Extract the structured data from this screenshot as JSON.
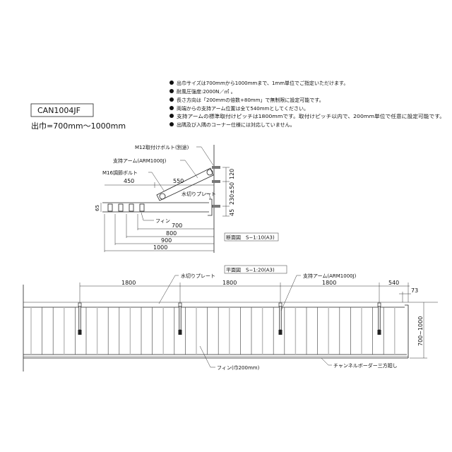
{
  "product": {
    "code": "CAN1004JF",
    "projection": "出巾=700mm～1000mm"
  },
  "notes": [
    "出巾サイズは700mmから1000mmまで、1mm単位でご指定いただけます。",
    "耐風圧強度:2000N／㎡ 。",
    "長さ方向は「200mmの倍数+80mm」で無制限に設定可能です。",
    "両端からの支持アーム位置は全て540mmとしてください。",
    "支持アームの標準取付けピッチは1800mmです。取付けピッチ以内で、200mm単位で任意に設定可能です。",
    "出隅及び入隅のコーナー仕様には対応していません。"
  ],
  "section": {
    "title": "断面図　S−1:10(A3)",
    "labels": {
      "bolt_m12": "M12取付けボルト(別途)",
      "arm": "支持アーム(ARM1000J)",
      "bolt_m16": "M16調節ボルト",
      "plate": "水切りプレート",
      "fin": "フィン"
    },
    "dims": {
      "d450": "450",
      "d550": "550",
      "d700": "700",
      "d800": "800",
      "d900": "900",
      "d1000": "1000",
      "d120": "120",
      "d230": "230±50",
      "d45": "45",
      "d65": "65"
    }
  },
  "plan": {
    "title": "平面図　S−1:20(A3)",
    "labels": {
      "plate": "水切りプレート",
      "arm": "支持アーム(ARM1000J)",
      "fin": "フィン(巾200mm)",
      "border": "チャンネルボーダー三方廻し"
    },
    "dims": {
      "pitch1": "1800",
      "pitch2": "1800",
      "pitch3": "1800",
      "end": "540",
      "edge": "73",
      "depth": "700~1000"
    }
  }
}
